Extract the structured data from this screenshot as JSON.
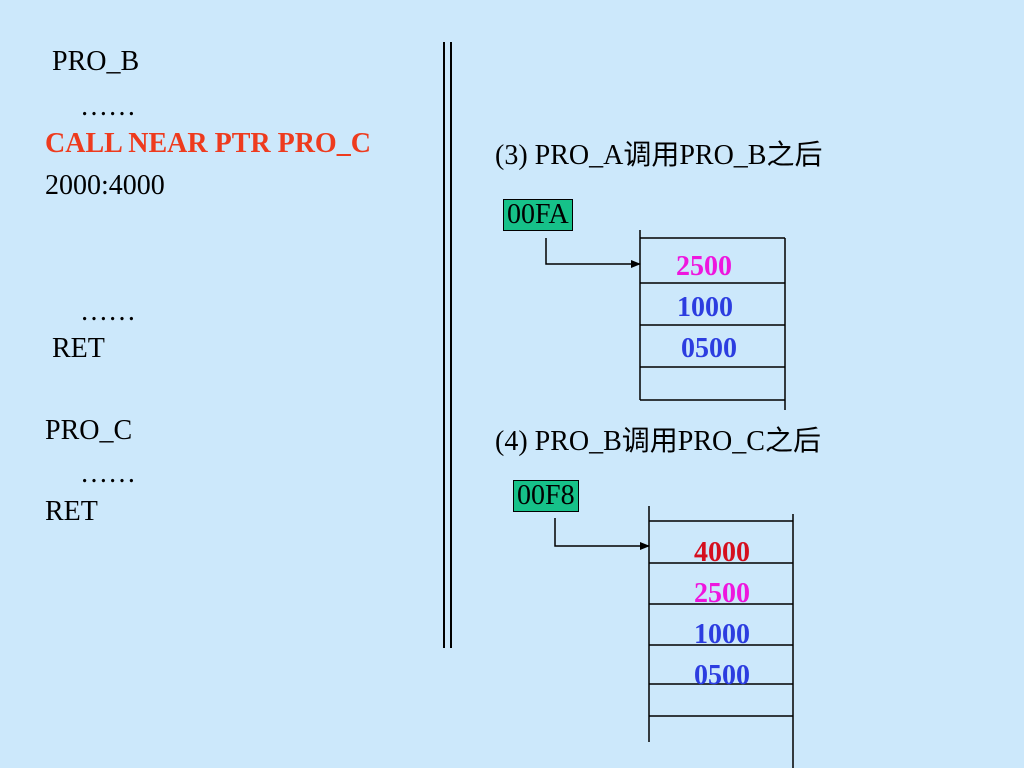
{
  "code": {
    "line1": "PRO_B",
    "line2": "……",
    "line3": "CALL NEAR PTR PRO_C",
    "line4": "2000:4000",
    "line5": "……",
    "line6": "RET",
    "line7": "PRO_C",
    "line8": "……",
    "line9": "RET"
  },
  "diagram3": {
    "caption": "(3) PRO_A调用PRO_B之后",
    "sp": "00FA",
    "stack": [
      "2500",
      "1000",
      "0500"
    ]
  },
  "diagram4": {
    "caption": "(4) PRO_B调用PRO_C之后",
    "sp": "00F8",
    "stack": [
      "4000",
      "2500",
      "1000",
      "0500"
    ]
  },
  "colors": {
    "background": "#cce8fb",
    "highlight_red": "#ee3b1e",
    "sp_box": "#16c189",
    "magenta": "#ee16de",
    "blue": "#2c3de0",
    "dark_red": "#d50f1e"
  }
}
